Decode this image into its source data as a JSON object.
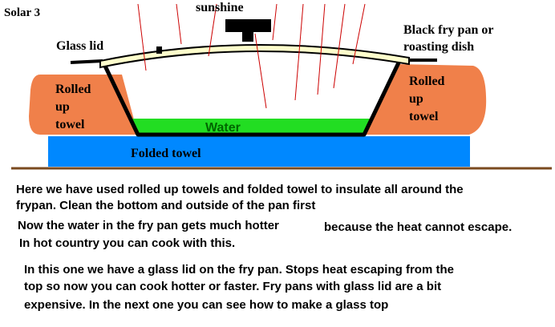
{
  "diagram": {
    "title": "Solar 3",
    "labels": {
      "sunshine": "sunshine",
      "glass_lid": "Glass lid",
      "fry_pan_line1": "Black fry pan or",
      "fry_pan_line2": "roasting dish",
      "towel_left": [
        "Rolled",
        "up",
        "towel"
      ],
      "towel_right": [
        "Rolled",
        "up",
        "towel"
      ],
      "water": "Water",
      "folded_towel": "Folded towel"
    },
    "colors": {
      "towel": "#f0804a",
      "folded_towel": "#0088ff",
      "water": "#22dd22",
      "water_text": "#006600",
      "lid_fill": "#ffffcc",
      "pan": "#000000",
      "sun_rays": "#cc0000",
      "ground": "#7a4a1f"
    }
  },
  "text": {
    "para1_line1": "Here we have used rolled up towels and folded towel to insulate all around the",
    "para1_line2": "frypan.   Clean the bottom and outside of the pan first",
    "para1_line3a": "Now the water in the fry pan gets much hotter",
    "para1_line3b": "because the heat cannot escape.",
    "para1_line4": "In hot country you can cook with this.",
    "para2_line1": "In this one we have a glass lid on the fry pan. Stops heat escaping from the",
    "para2_line2": "top so now you can cook hotter or faster. Fry pans with glass lid are a bit",
    "para2_line3": "expensive.     In the next one you can see how to make a glass top"
  }
}
